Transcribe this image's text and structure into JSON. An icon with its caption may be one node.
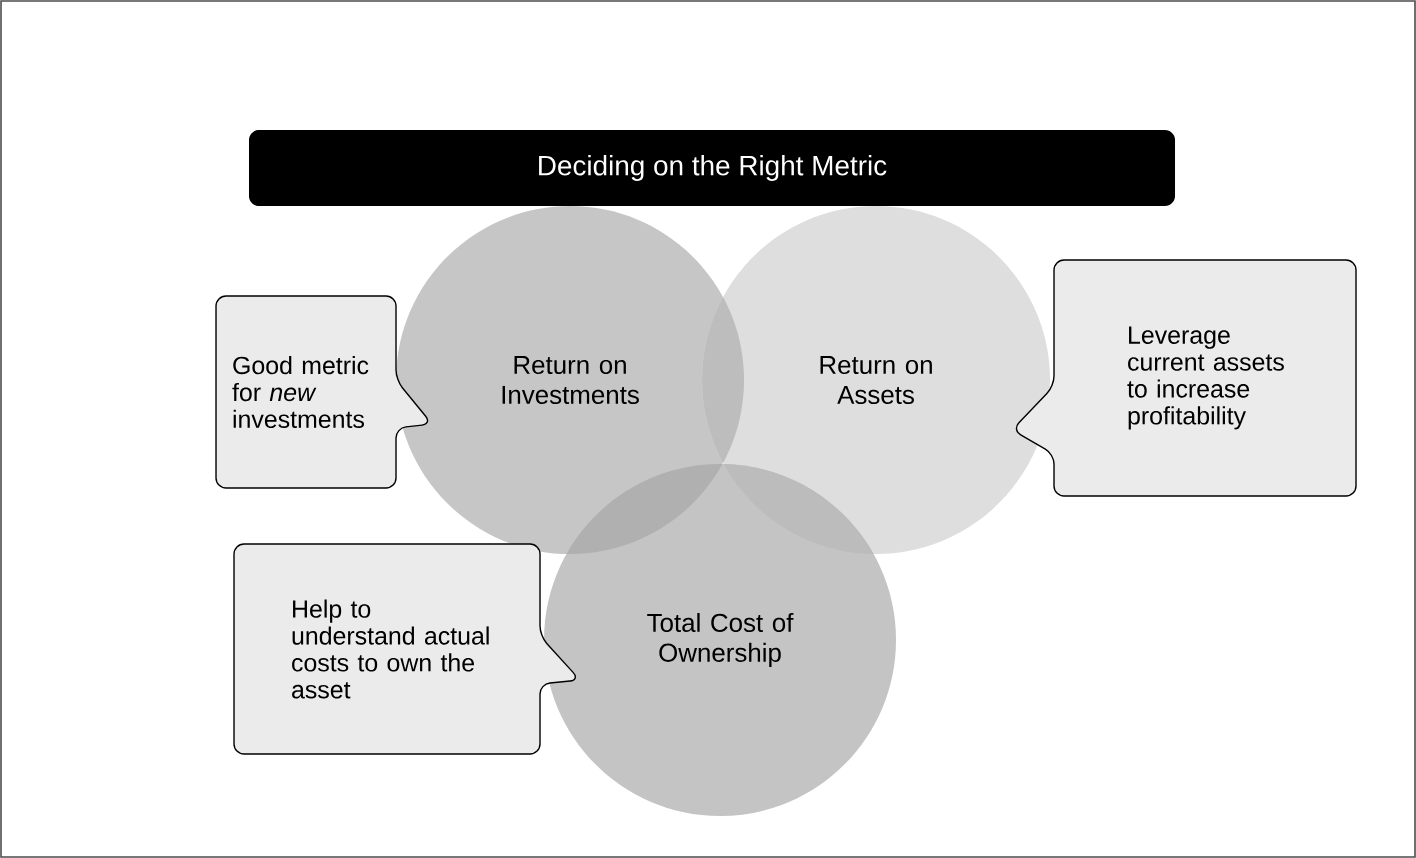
{
  "diagram": {
    "title": "Deciding on the Right Metric",
    "nodes": [
      {
        "text": [
          "Return on Investments"
        ]
      },
      {
        "text": [
          "Return on Assets"
        ]
      },
      {
        "text": [
          "Total Cost of Ownership"
        ]
      },
      {
        "text": [
          "Good metric for *new* investments"
        ]
      },
      {
        "text": [
          "Leverage current assets to increase profitability"
        ]
      },
      {
        "text": [
          "Help to understand actual costs to own the asset"
        ]
      }
    ]
  }
}
